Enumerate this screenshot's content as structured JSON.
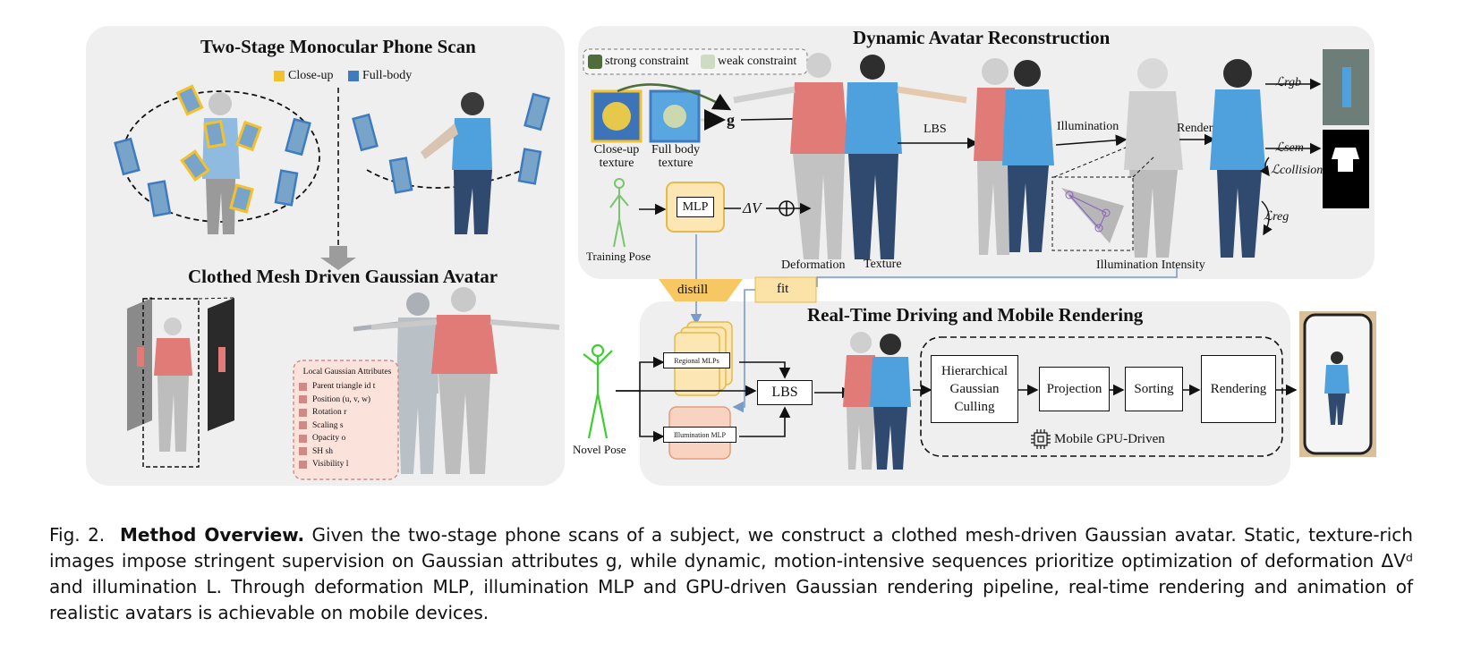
{
  "panels": {
    "scan": {
      "title": "Two-Stage Monocular Phone Scan",
      "legend_closeup": "Close-up",
      "legend_fullbody": "Full-body",
      "subtitle": "Clothed Mesh Driven Gaussian Avatar",
      "attributes_title": "Local Gaussian Attributes",
      "attributes": [
        "Parent triangle id t",
        "Position (u, v, w)",
        "Rotation r",
        "Scaling s",
        "Opacity o",
        "SH sh",
        "Visibility l"
      ]
    },
    "recon": {
      "title": "Dynamic Avatar Reconstruction",
      "legend_strong": "strong constraint",
      "legend_weak": "weak constraint",
      "closeup_texture": "Close-up texture",
      "fullbody_texture": "Full body texture",
      "g_symbol": "g",
      "lbs": "LBS",
      "illumination": "Illumination",
      "render": "Render",
      "mlp": "MLP",
      "delta_v": "ΔV",
      "training_pose": "Training Pose",
      "deformation": "Deformation",
      "texture": "Texture",
      "illumination_intensity": "Illumination Intensity",
      "loss_rgb": "ℒrgb",
      "loss_sem": "ℒsem",
      "loss_collision": "ℒcollision",
      "loss_reg": "ℒreg"
    },
    "realtime": {
      "title": "Real-Time Driving and Mobile Rendering",
      "distill": "distill",
      "fit": "fit",
      "regional_mlps": "Regional MLPs",
      "illumination_mlp": "Illumination MLP",
      "lbs": "LBS",
      "novel_pose": "Novel Pose",
      "pipeline": [
        "Hierarchical Gaussian Culling",
        "Projection",
        "Sorting",
        "Rendering"
      ],
      "gpu_label": "Mobile GPU-Driven"
    }
  },
  "caption": {
    "fig": "Fig. 2.",
    "bold": "Method Overview.",
    "text": "Given the two-stage phone scans of a subject, we construct a clothed mesh-driven Gaussian avatar. Static, texture-rich images impose stringent supervision on Gaussian attributes g, while dynamic, motion-intensive sequences prioritize optimization of deformation ΔVᵈ and illumination L. Through deformation MLP, illumination MLP and GPU-driven Gaussian rendering pipeline, real-time rendering and animation of realistic avatars is achievable on mobile devices."
  },
  "colors": {
    "closeup": "#f2c12e",
    "fullbody": "#3e7cbf",
    "strong": "#4f6d3a",
    "weak": "#cfdcc4",
    "mlp_fill": "#fbe6b4",
    "illum_fill": "#f8d3c2",
    "distill_fill": "#f7c763",
    "shirt_red": "#e07b78",
    "shirt_blue": "#4fa1dd",
    "body_gray": "#c9c9c9"
  }
}
